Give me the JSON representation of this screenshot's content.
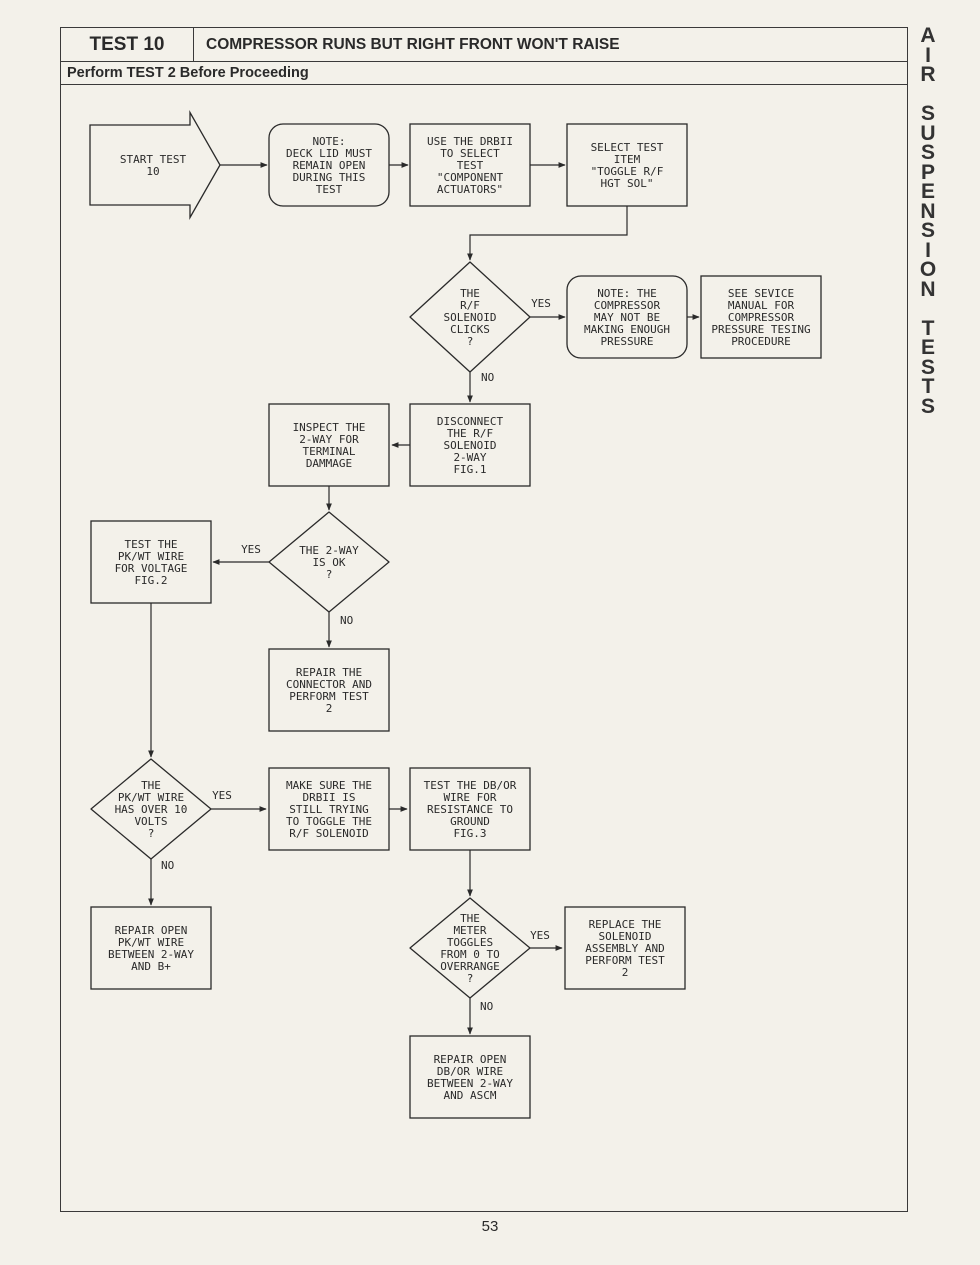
{
  "header": {
    "test_label": "TEST 10",
    "title": "COMPRESSOR RUNS BUT RIGHT FRONT WON'T RAISE",
    "subtitle": "Perform TEST 2 Before Proceeding"
  },
  "side_tab": {
    "words": [
      "AIR",
      "SUSPENSION",
      "TESTS"
    ]
  },
  "page_number": "53",
  "nodes": [
    {
      "id": "start",
      "shape": "arrow",
      "lines": [
        "START TEST",
        "10"
      ]
    },
    {
      "id": "note-deck",
      "shape": "rounded",
      "lines": [
        "NOTE:",
        "DECK LID MUST",
        "REMAIN OPEN",
        "DURING THIS",
        "TEST"
      ]
    },
    {
      "id": "use-drbii",
      "shape": "rect",
      "lines": [
        "USE THE DRBII",
        "TO SELECT",
        "TEST",
        "\"COMPONENT",
        "ACTUATORS\""
      ]
    },
    {
      "id": "select-item",
      "shape": "rect",
      "lines": [
        "SELECT TEST",
        "ITEM",
        "\"TOGGLE R/F",
        "HGT SOL\""
      ]
    },
    {
      "id": "q-clicks",
      "shape": "diamond",
      "lines": [
        "THE",
        "R/F",
        "SOLENOID",
        "CLICKS",
        "?"
      ]
    },
    {
      "id": "note-pressure",
      "shape": "rounded",
      "lines": [
        "NOTE: THE",
        "COMPRESSOR",
        "MAY NOT BE",
        "MAKING ENOUGH",
        "PRESSURE"
      ]
    },
    {
      "id": "see-manual",
      "shape": "rect",
      "lines": [
        "SEE SEVICE",
        "MANUAL FOR",
        "COMPRESSOR",
        "PRESSURE TESING",
        "PROCEDURE"
      ]
    },
    {
      "id": "disconnect",
      "shape": "rect",
      "lines": [
        "DISCONNECT",
        "THE R/F",
        "SOLENOID",
        "2-WAY",
        "FIG.1"
      ]
    },
    {
      "id": "inspect",
      "shape": "rect",
      "lines": [
        "INSPECT THE",
        "2-WAY FOR",
        "TERMINAL",
        "DAMMAGE"
      ]
    },
    {
      "id": "q-2way",
      "shape": "diamond",
      "lines": [
        "THE 2-WAY",
        "IS OK",
        "?"
      ]
    },
    {
      "id": "test-pkwt",
      "shape": "rect",
      "lines": [
        "TEST THE",
        "PK/WT WIRE",
        "FOR VOLTAGE",
        "FIG.2"
      ]
    },
    {
      "id": "repair-connector",
      "shape": "rect",
      "lines": [
        "REPAIR THE",
        "CONNECTOR AND",
        "PERFORM TEST",
        "2"
      ]
    },
    {
      "id": "q-volts",
      "shape": "diamond",
      "lines": [
        "THE",
        "PK/WT WIRE",
        "HAS OVER 10",
        "VOLTS",
        "?"
      ]
    },
    {
      "id": "make-sure",
      "shape": "rect",
      "lines": [
        "MAKE SURE THE",
        "DRBII IS",
        "STILL TRYING",
        "TO TOGGLE THE",
        "R/F SOLENOID"
      ]
    },
    {
      "id": "test-dbor",
      "shape": "rect",
      "lines": [
        "TEST THE DB/OR",
        "WIRE FOR",
        "RESISTANCE TO",
        "GROUND",
        "FIG.3"
      ]
    },
    {
      "id": "repair-pkwt",
      "shape": "rect",
      "lines": [
        "REPAIR OPEN",
        "PK/WT WIRE",
        "BETWEEN 2-WAY",
        "AND B+"
      ]
    },
    {
      "id": "q-meter",
      "shape": "diamond",
      "lines": [
        "THE",
        "METER",
        "TOGGLES",
        "FROM 0 TO",
        "OVERRANGE",
        "?"
      ]
    },
    {
      "id": "replace-solenoid",
      "shape": "rect",
      "lines": [
        "REPLACE THE",
        "SOLENOID",
        "ASSEMBLY AND",
        "PERFORM TEST",
        "2"
      ]
    },
    {
      "id": "repair-dbor",
      "shape": "rect",
      "lines": [
        "REPAIR OPEN",
        "DB/OR WIRE",
        "BETWEEN 2-WAY",
        "AND ASCM"
      ]
    }
  ],
  "branch_labels": [
    {
      "id": "clicks-yes",
      "text": "YES"
    },
    {
      "id": "clicks-no",
      "text": "NO"
    },
    {
      "id": "2way-yes",
      "text": "YES"
    },
    {
      "id": "2way-no",
      "text": "NO"
    },
    {
      "id": "volts-yes",
      "text": "YES"
    },
    {
      "id": "volts-no",
      "text": "NO"
    },
    {
      "id": "meter-yes",
      "text": "YES"
    },
    {
      "id": "meter-no",
      "text": "NO"
    }
  ]
}
